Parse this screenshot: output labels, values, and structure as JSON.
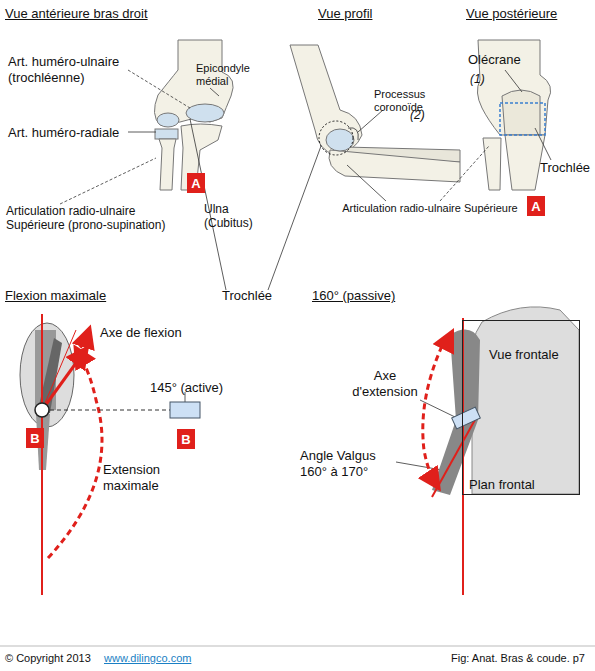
{
  "diagram": {
    "nodes": [
      {
        "text": [
          "A"
        ]
      },
      {
        "text": [
          "A"
        ]
      },
      {
        "text": [
          "B"
        ]
      },
      {
        "text": [
          "B"
        ]
      },
      {
        "text": [
          "Vue frontale",
          "Plan frontal"
        ]
      }
    ],
    "labels": [
      "Vue antérieure bras droit",
      "Vue profil",
      "Vue postérieure",
      "Art. huméro-ulnaire (trochléenne)",
      "Epicondyle médial",
      "Art. huméro-radiale",
      "Trochlée",
      "Articulation radio-ulnaire Supérieure (prono-supination)",
      "Ulna (Cubitus)",
      "Processus coronoïde",
      "(2)",
      "Articulation radio-ulnaire Supérieure",
      "Olécrane",
      "(1)",
      "Trochlée",
      "Flexion maximale",
      "160° (passive)",
      "Axe de flexion",
      "145° (active)",
      "Extension maximale",
      "Axe d'extension",
      "Angle Valgus 160° à 170°",
      "© Copyright 2013",
      "www.dilingco.com",
      "Fig:  Anat. Bras & coude. p7"
    ]
  }
}
